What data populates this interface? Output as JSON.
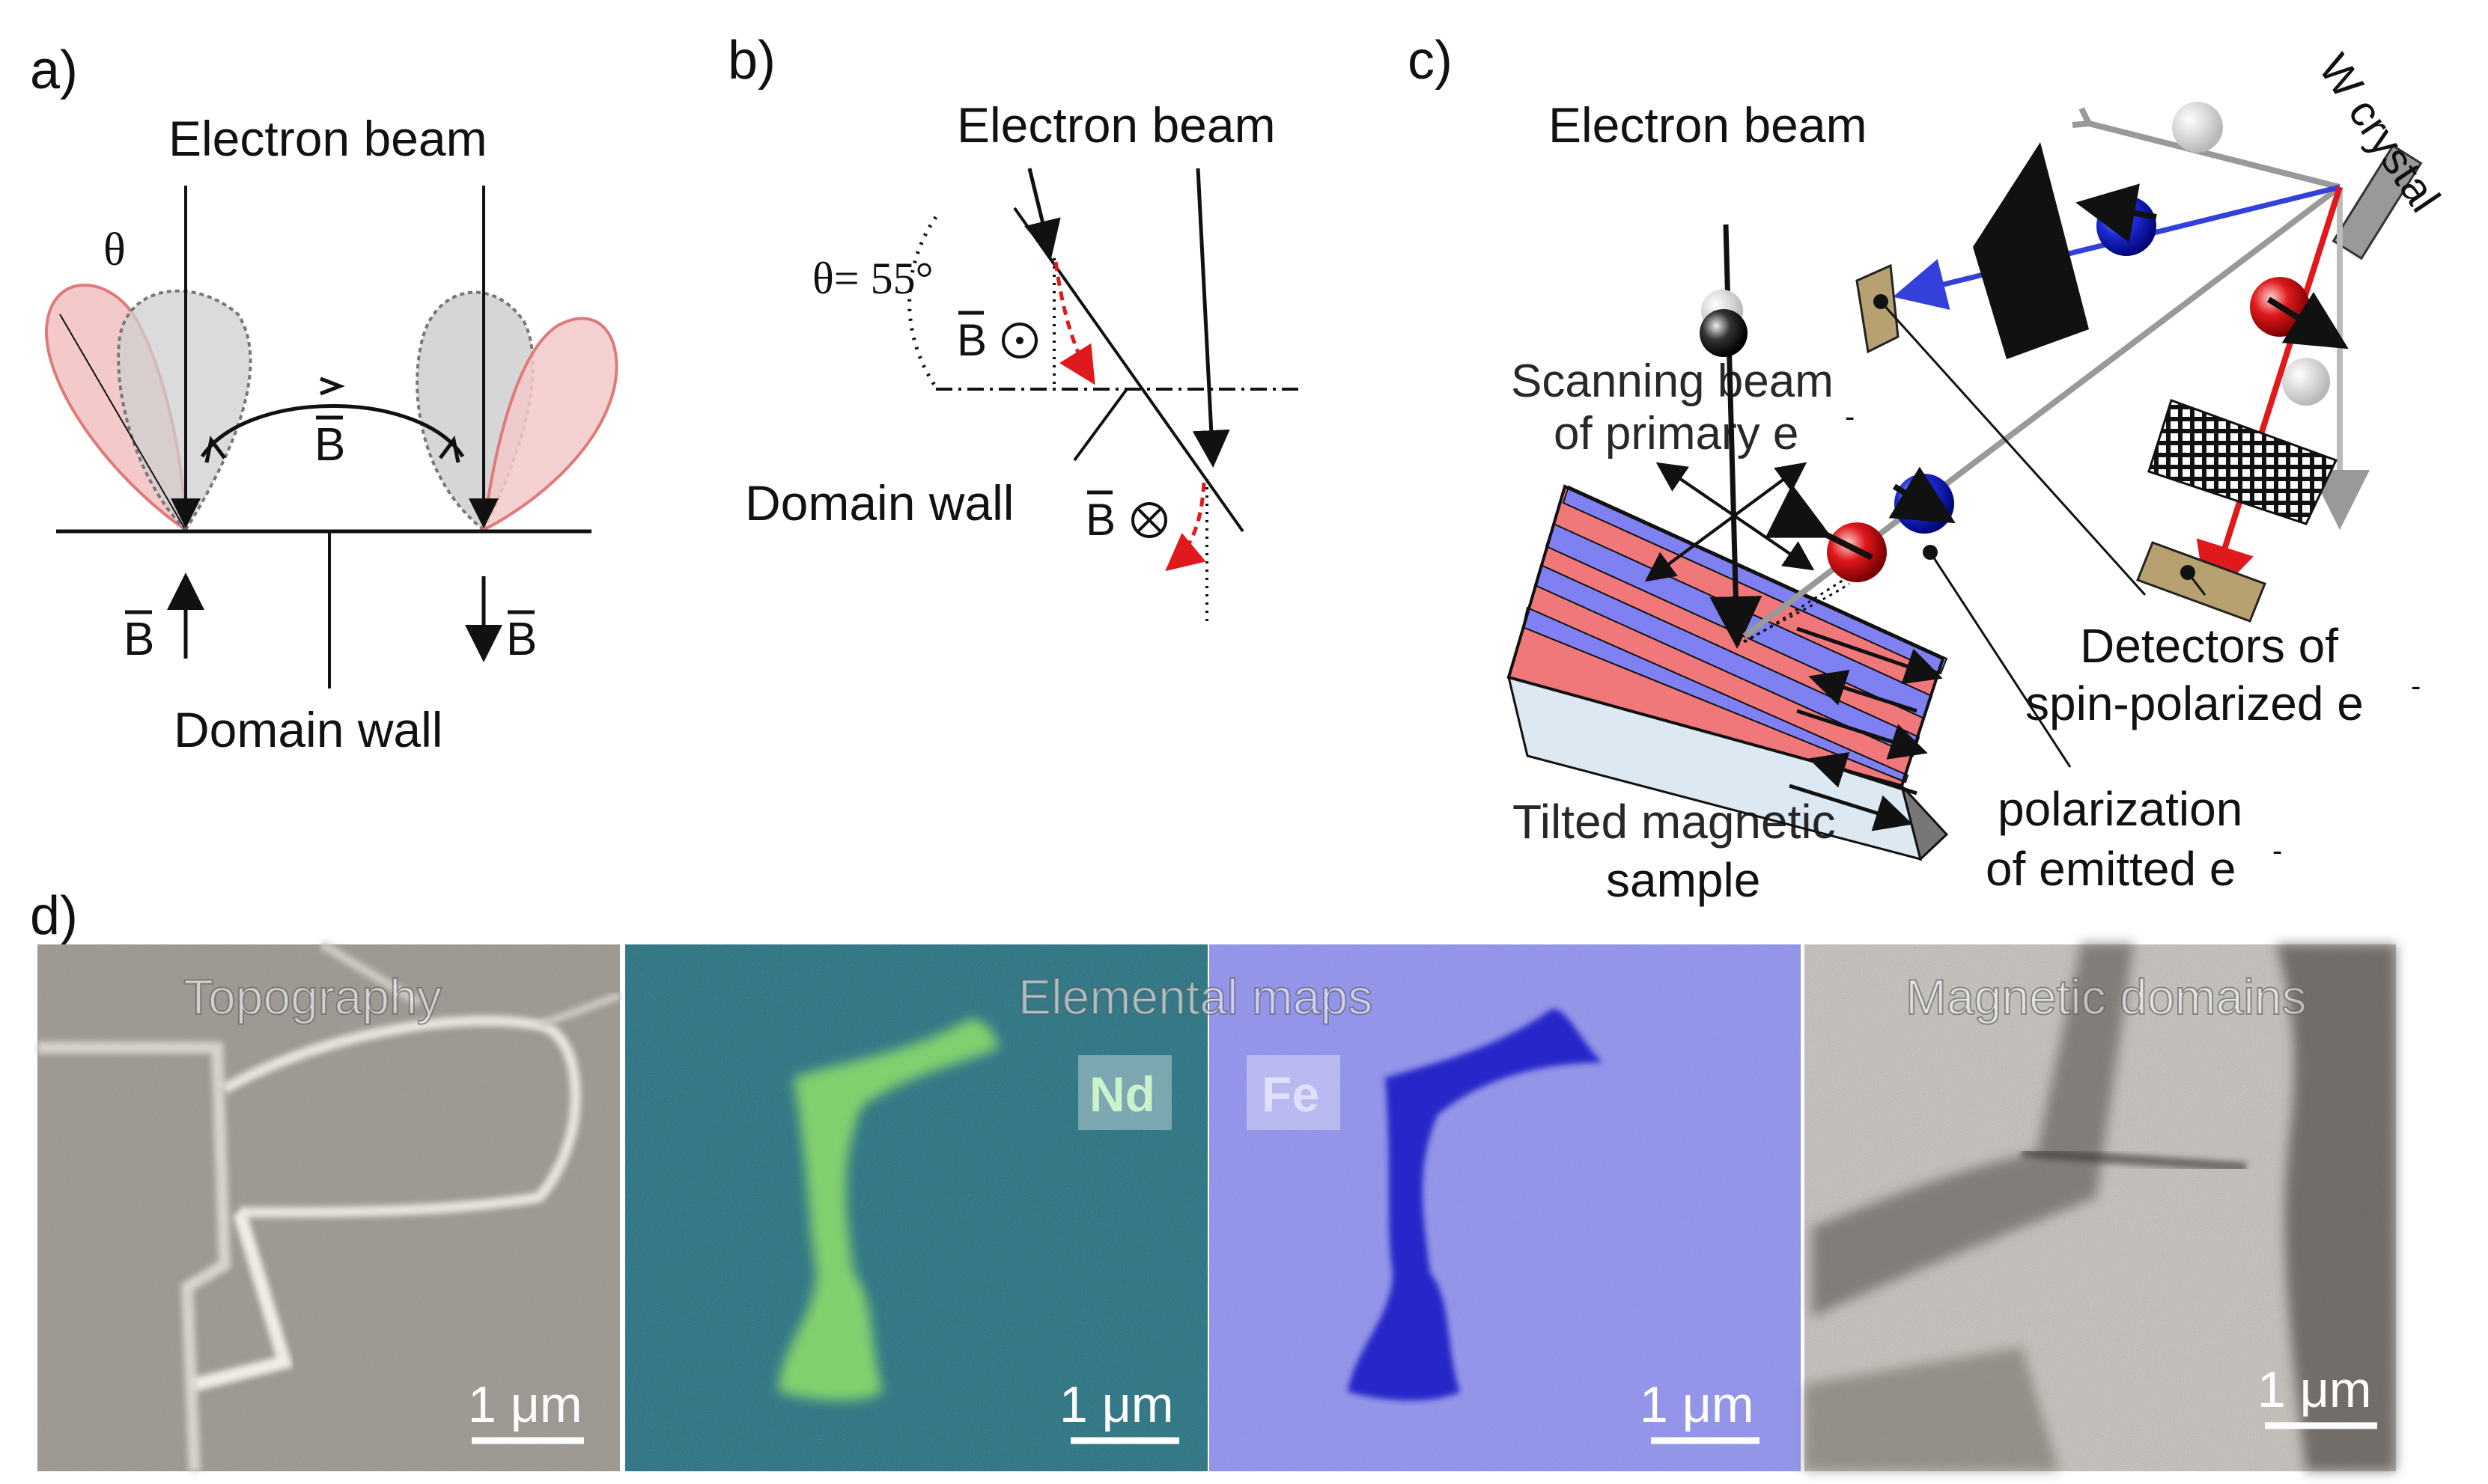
{
  "panels": {
    "a": {
      "label": "a)",
      "electron_beam": "Electron beam",
      "theta": "θ",
      "b_field": "B",
      "domain_wall": "Domain wall"
    },
    "b": {
      "label": "b)",
      "electron_beam": "Electron beam",
      "theta_value": "θ= 55°",
      "b_field": "B",
      "domain_wall": "Domain wall"
    },
    "c": {
      "label": "c)",
      "electron_beam": "Electron beam",
      "w_crystal": "W crystal",
      "scanning_beam_line1": "Scanning beam",
      "scanning_beam_line2": "of primary e",
      "detectors_line1": "Detectors of",
      "detectors_line2": "spin-polarized e",
      "polarization_line1": "polarization",
      "polarization_line2": "of emitted e",
      "sample_line1": "Tilted magnetic",
      "sample_line2": "sample",
      "superscript_minus": "-"
    },
    "d": {
      "label": "d)",
      "topography": "Topography",
      "elemental_maps": "Elemental maps",
      "nd": "Nd",
      "fe": "Fe",
      "magnetic_domains": "Magnetic domains",
      "scale_bar": "1 μm"
    }
  },
  "colors": {
    "red_stripe": "#f0787a",
    "blue_stripe": "#7f80f2",
    "red_lobe": "#f3c9c9",
    "grey_lobe": "#cfcfcf",
    "nd_map": "#1e6d7e",
    "nd_highlight": "#8fe06a",
    "fe_map": "#8d8ff0",
    "fe_highlight": "#2323c8",
    "spin_red": "#e0191c",
    "spin_blue": "#1f2cd6"
  }
}
